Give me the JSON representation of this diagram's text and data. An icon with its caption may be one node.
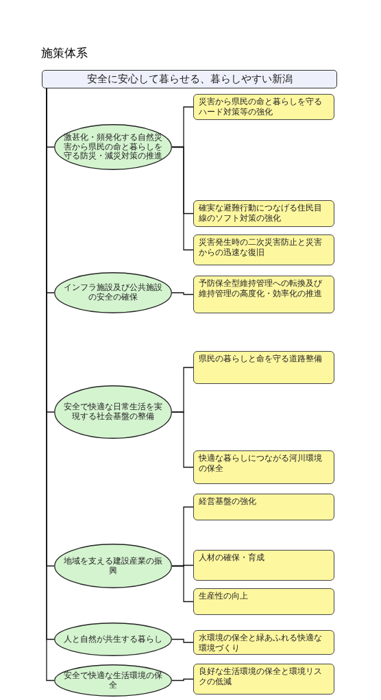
{
  "diagram": {
    "title": "施策体系",
    "nodes": [
      {
        "text": [
          "安全に安心して暮らせる、暮らしやすい新潟"
        ]
      },
      {
        "text": [
          "激甚化・頻発化する自然災害から県民の命と暮らしを守る防災・減災対策の推進"
        ]
      },
      {
        "text": [
          "災害から県民の命と暮らしを守るハード対策等の強化"
        ]
      },
      {
        "text": [
          "確実な避難行動につなげる住民目線のソフト対策の強化"
        ]
      },
      {
        "text": [
          "災害発生時の二次災害防止と災害からの迅速な復旧"
        ]
      },
      {
        "text": [
          "インフラ施設及び公共施設の安全の確保"
        ]
      },
      {
        "text": [
          "予防保全型維持管理への転換及び維持管理の高度化・効率化の推進"
        ]
      },
      {
        "text": [
          "安全で快適な日常生活を実現する社会基盤の整備"
        ]
      },
      {
        "text": [
          "県民の暮らしと命を守る道路整備"
        ]
      },
      {
        "text": [
          "快適な暮らしにつながる河川環境の保全"
        ]
      },
      {
        "text": [
          "地域を支える建設産業の振興"
        ]
      },
      {
        "text": [
          "経営基盤の強化"
        ]
      },
      {
        "text": [
          "人材の確保・育成"
        ]
      },
      {
        "text": [
          "生産性の向上"
        ]
      },
      {
        "text": [
          "人と自然が共生する暮らし"
        ]
      },
      {
        "text": [
          "水環境の保全と緑あふれる快適な環境づくり"
        ]
      },
      {
        "text": [
          "安全で快適な生活環境の保全"
        ]
      },
      {
        "text": [
          "良好な生活環境の保全と環境リスクの低減"
        ]
      }
    ],
    "edges": [
      {
        "from": 0,
        "to": 1,
        "arrow": "none"
      },
      {
        "from": 1,
        "to": 2,
        "arrow": "none"
      },
      {
        "from": 1,
        "to": 3,
        "arrow": "none"
      },
      {
        "from": 1,
        "to": 4,
        "arrow": "none"
      },
      {
        "from": 0,
        "to": 5,
        "arrow": "none"
      },
      {
        "from": 5,
        "to": 6,
        "arrow": "none"
      },
      {
        "from": 0,
        "to": 7,
        "arrow": "none"
      },
      {
        "from": 7,
        "to": 8,
        "arrow": "none"
      },
      {
        "from": 7,
        "to": 9,
        "arrow": "none"
      },
      {
        "from": 0,
        "to": 10,
        "arrow": "none"
      },
      {
        "from": 10,
        "to": 11,
        "arrow": "none"
      },
      {
        "from": 10,
        "to": 12,
        "arrow": "none"
      },
      {
        "from": 10,
        "to": 13,
        "arrow": "none"
      },
      {
        "from": 0,
        "to": 14,
        "arrow": "none"
      },
      {
        "from": 14,
        "to": 15,
        "arrow": "none"
      },
      {
        "from": 0,
        "to": 16,
        "arrow": "none"
      },
      {
        "from": 16,
        "to": 17,
        "arrow": "none"
      }
    ]
  }
}
